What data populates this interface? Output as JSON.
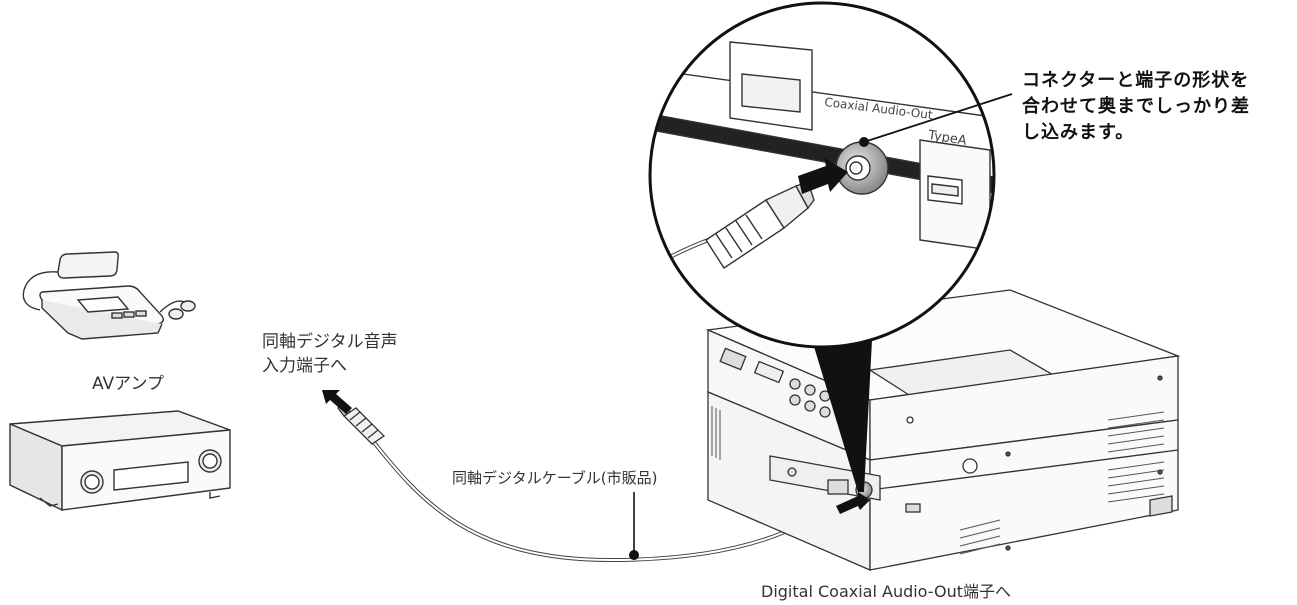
{
  "labels": {
    "amp": "AVアンプ",
    "input_line1": "同軸デジタル音声",
    "input_line2": "入力端子へ",
    "cable": "同軸デジタルケーブル(市販品)",
    "output": "Digital Coaxial Audio-Out端子へ"
  },
  "callout": {
    "line1": "コネクターと端子の形状を",
    "line2": "合わせて奥までしっかり差",
    "line3": "し込みます。"
  },
  "panel_text": {
    "coaxial": "Coaxial Audio-Out",
    "usb": "TypeA"
  }
}
